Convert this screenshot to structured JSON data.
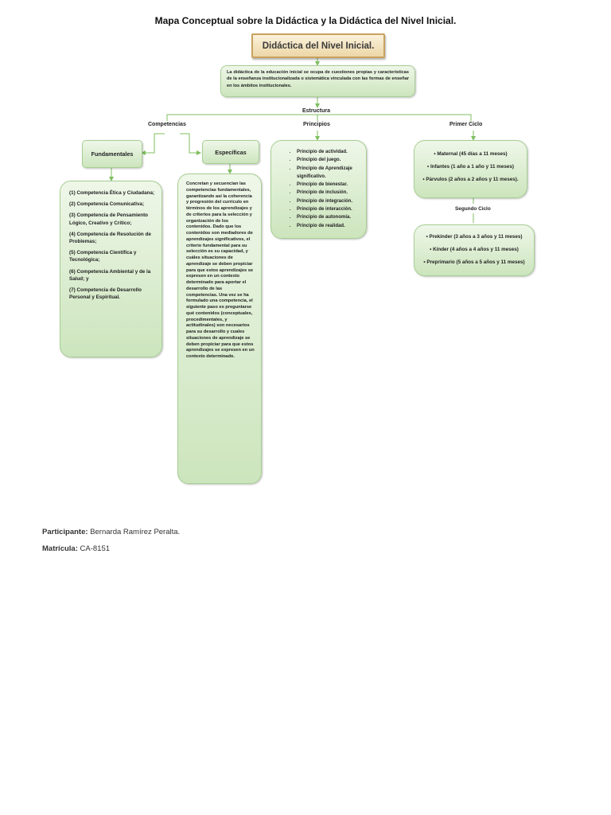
{
  "title": "Mapa Conceptual sobre la Didáctica y la Didáctica del Nivel Inicial.",
  "root": "Didáctica del Nivel Inicial.",
  "definition": "La didáctica de la educación inicial se ocupa de cuestiones propias y características de la enseñanza institucionalizada o sistemática vinculada con las formas de enseñar en los ámbitos institucionales.",
  "estructura": "Estructura",
  "branches": {
    "competencias": "Competencias",
    "principios": "Principios",
    "primer_ciclo": "Primer Ciclo",
    "segundo_ciclo": "Segundo Ciclo"
  },
  "fundamentales": {
    "label": "Fundamentales",
    "items": [
      "(1) Competencia Ética y Ciudadana;",
      "(2) Competencia Comunicativa;",
      "(3) Competencia de Pensamiento Lógico, Creativo y Crítico;",
      "(4) Competencia de Resolución de Problemas;",
      "(5) Competencia Científica y Tecnológica;",
      "(6) Competencia Ambiental y de la Salud; y",
      "(7) Competencia de Desarrollo Personal y Espiritual."
    ]
  },
  "especificas": {
    "label": "Específicas",
    "text": "Concretan y secuencian las competencias fundamentales, garantizando así la coherencia y progresión del currículo en términos de los aprendizajes y de criterios para la selección y organización de los contenidos. Dado que los contenidos son mediadores de aprendizajes significativos, el criterio fundamental para su selección es su capacidad, y cuáles situaciones de aprendizaje se deben propiciar para que estos aprendizajes se expresen en un contexto determinado para aportar el desarrollo de las competencias. Una vez se ha formulado una competencia, el siguiente paso es preguntarse qué contenidos (conceptuales, procedimentales, y actitudinales) son necesarios para su desarrollo y cuales situaciones de aprendizaje se deben propiciar para que estos aprendizajes se expresen en un contexto determinado."
  },
  "principios": [
    "Principio de actividad.",
    "Principio del juego.",
    "Principio de Aprendizaje significativo.",
    "Principio de bienestar.",
    "Principio de inclusión.",
    "Principio de integración.",
    "Principio de interacción.",
    "Principio de autonomía.",
    "Principio de realidad."
  ],
  "primer_ciclo_items": [
    "• Maternal (45 días a 11 meses)",
    "• Infantes (1 año a 1 año y 11 meses)",
    "• Párvulos (2 años a 2 años y 11 meses)."
  ],
  "segundo_ciclo_items": [
    "• Prekínder (3 años a 3 años y 11 meses)",
    "• Kínder (4 años a 4 años y 11 meses)",
    "• Preprimario (5 años a 5 años y 11 meses)"
  ],
  "footer": {
    "participante_label": "Participante:",
    "participante_value": "Bernarda Ramírez Peralta.",
    "matricula_label": "Matrícula:",
    "matricula_value": "CA-8151"
  },
  "colors": {
    "box_fill": "#cce5bd",
    "box_border": "#a7cf93",
    "connector": "#7fbf5f",
    "root_fill": "#ecd7a6",
    "root_border": "#c9a25e"
  }
}
